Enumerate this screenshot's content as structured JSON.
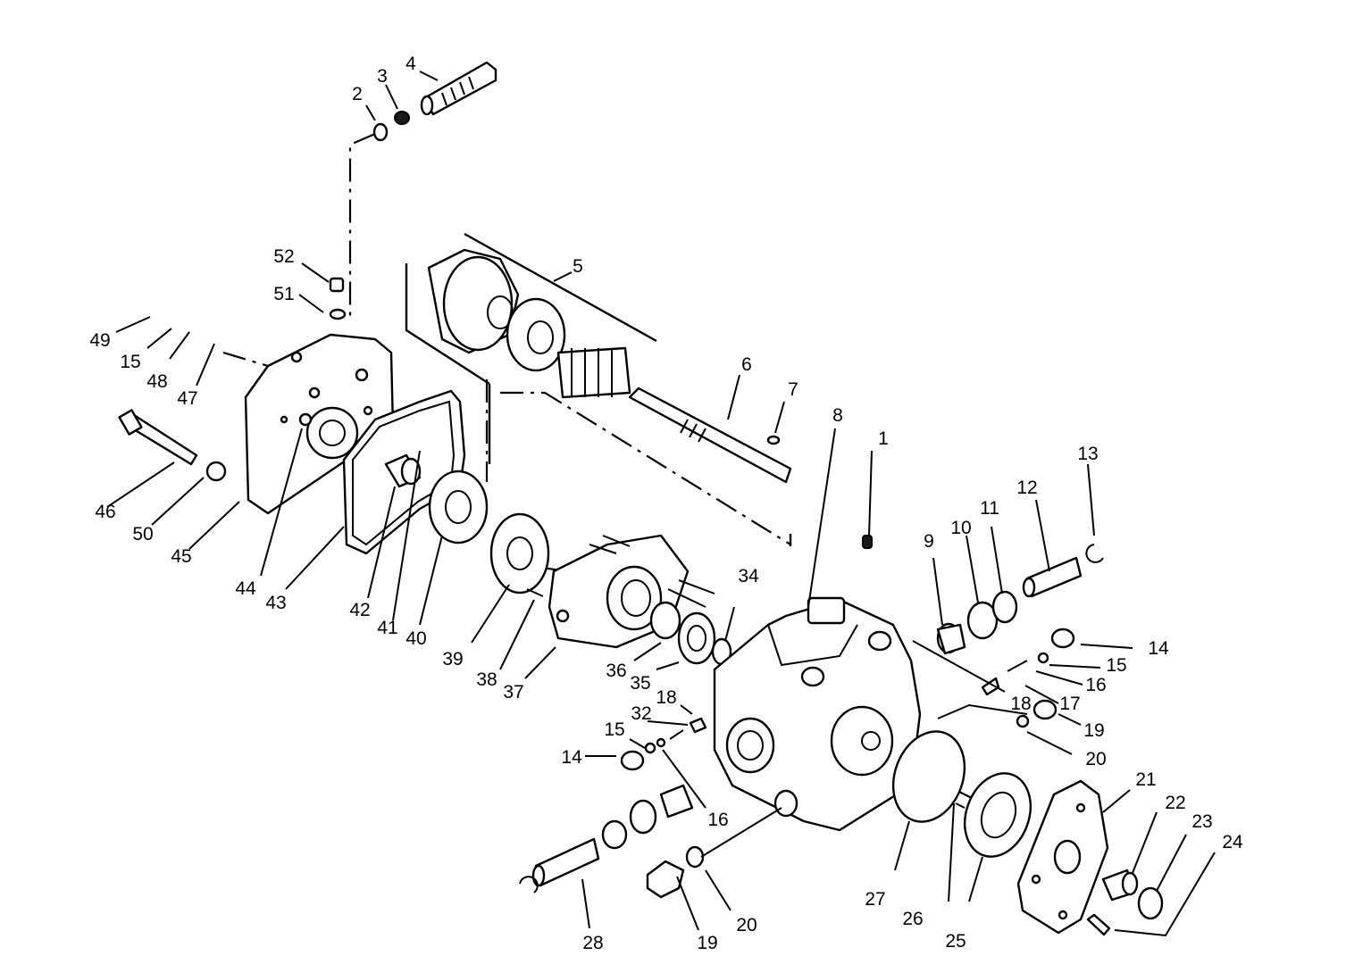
{
  "callouts": [
    {
      "label": "1"
    },
    {
      "label": "2"
    },
    {
      "label": "3"
    },
    {
      "label": "4"
    },
    {
      "label": "5"
    },
    {
      "label": "6"
    },
    {
      "label": "7"
    },
    {
      "label": "8"
    },
    {
      "label": "9"
    },
    {
      "label": "10"
    },
    {
      "label": "11"
    },
    {
      "label": "12"
    },
    {
      "label": "13"
    },
    {
      "label": "14"
    },
    {
      "label": "15"
    },
    {
      "label": "16"
    },
    {
      "label": "17"
    },
    {
      "label": "18"
    },
    {
      "label": "19"
    },
    {
      "label": "20"
    },
    {
      "label": "21"
    },
    {
      "label": "22"
    },
    {
      "label": "23"
    },
    {
      "label": "24"
    },
    {
      "label": "25"
    },
    {
      "label": "26"
    },
    {
      "label": "27"
    },
    {
      "label": "28"
    },
    {
      "label": "19"
    },
    {
      "label": "20"
    },
    {
      "label": "16"
    },
    {
      "label": "15"
    },
    {
      "label": "14"
    },
    {
      "label": "32"
    },
    {
      "label": "18"
    },
    {
      "label": "34"
    },
    {
      "label": "35"
    },
    {
      "label": "36"
    },
    {
      "label": "37"
    },
    {
      "label": "38"
    },
    {
      "label": "39"
    },
    {
      "label": "40"
    },
    {
      "label": "41"
    },
    {
      "label": "42"
    },
    {
      "label": "43"
    },
    {
      "label": "44"
    },
    {
      "label": "45"
    },
    {
      "label": "46"
    },
    {
      "label": "50"
    },
    {
      "label": "47"
    },
    {
      "label": "48"
    },
    {
      "label": "15"
    },
    {
      "label": "49"
    },
    {
      "label": "51"
    },
    {
      "label": "52"
    }
  ]
}
